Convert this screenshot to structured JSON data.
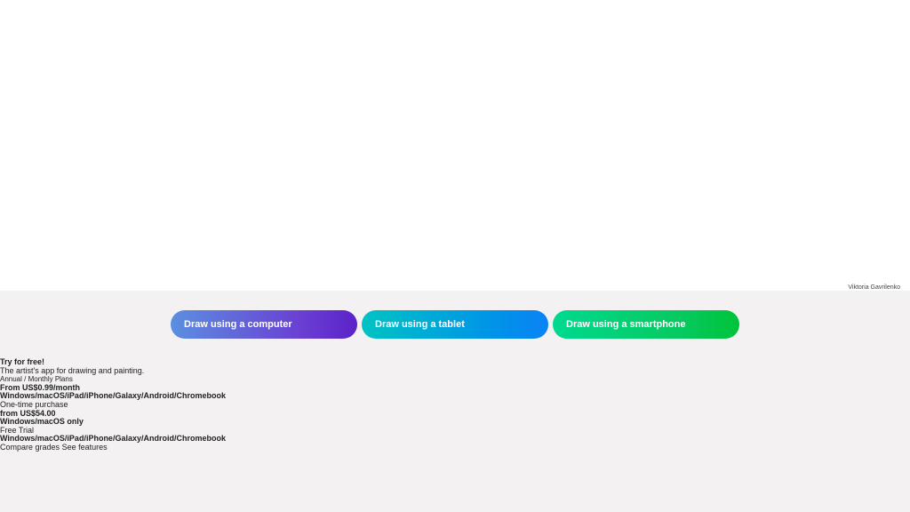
{
  "hero": {
    "credit": "Viktoria Gavrilenko"
  },
  "buttons": {
    "computer": "Draw using a computer",
    "tablet": "Draw using a tablet",
    "smartphone": "Draw using a smartphone"
  },
  "plans": {
    "try_free": "Try for free!",
    "tagline": "The artist's app for drawing and painting.",
    "annual_title": "Annual / Monthly Plans",
    "annual_price": "From US$0.99/month",
    "annual_platforms": "Windows/macOS/iPad/iPhone/Galaxy/Android/Chromebook",
    "onetime_title": "One-time purchase",
    "onetime_price": "from US$54.00",
    "onetime_platforms": "Windows/macOS only",
    "trial_title": "Free Trial",
    "trial_platforms": "Windows/macOS/iPad/iPhone/Galaxy/Android/Chromebook",
    "compare_link": "Compare grades",
    "features_link": "See features"
  }
}
